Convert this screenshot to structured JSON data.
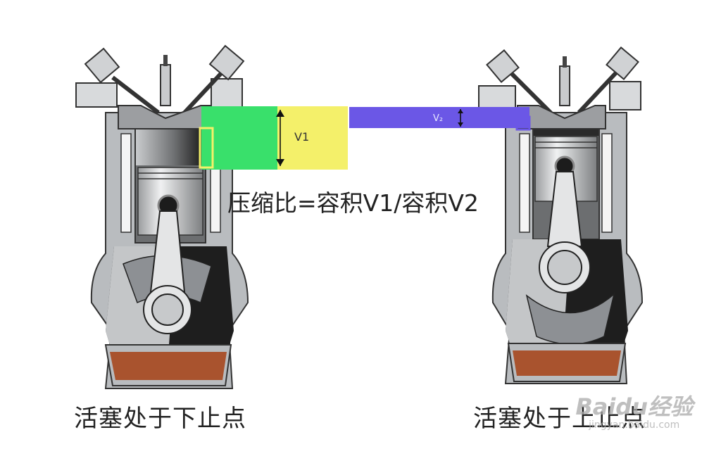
{
  "formula": "压缩比=容积V1/容积V2",
  "label_v1": "V1",
  "label_v2": "V₂",
  "caption_left": "活塞处于下止点",
  "caption_right": "活塞处于上止点",
  "watermark": {
    "logo": "Baidu经验",
    "url": "jingyan.baidu.com"
  },
  "colors": {
    "green": "#39e06b",
    "yellow": "#f4f06a",
    "purple": "#6b57e6",
    "block": "#b9bcbf",
    "metal": "#d2d4d6",
    "dark": "#2a2a2a",
    "oil": "#a9532e"
  }
}
